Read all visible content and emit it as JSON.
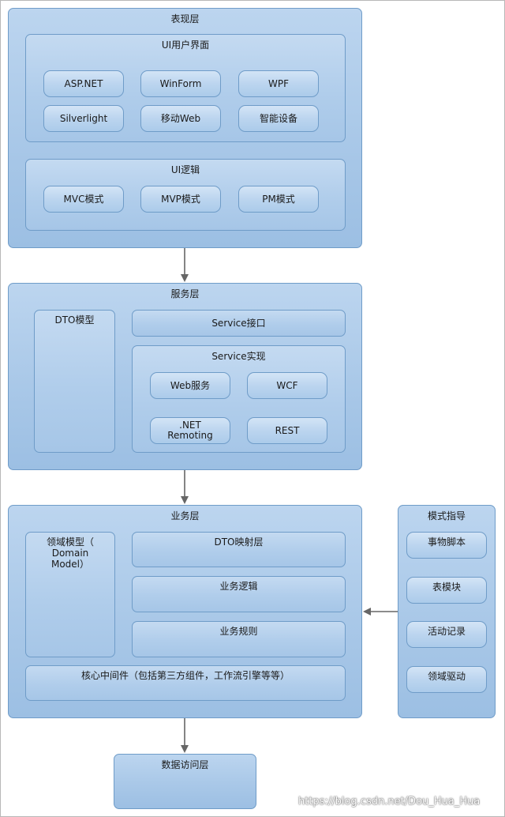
{
  "presentation_layer": {
    "title": "表现层",
    "ui_interface": {
      "title": "UI用户界面",
      "items": [
        "ASP.NET",
        "WinForm",
        "WPF",
        "Silverlight",
        "移动Web",
        "智能设备"
      ]
    },
    "ui_logic": {
      "title": "UI逻辑",
      "items": [
        "MVC模式",
        "MVP模式",
        "PM模式"
      ]
    }
  },
  "service_layer": {
    "title": "服务层",
    "dto_model": "DTO模型",
    "service_interface": "Service接口",
    "service_impl": {
      "title": "Service实现",
      "items": [
        "Web服务",
        "WCF",
        ".NET Remoting",
        "REST"
      ]
    }
  },
  "business_layer": {
    "title": "业务层",
    "domain_model": "领域模型（ Domain Model）",
    "dto_mapping": "DTO映射层",
    "business_logic": "业务逻辑",
    "business_rules": "业务规则",
    "core_middleware": "核心中间件（包括第三方组件，工作流引擎等等）"
  },
  "pattern_guide": {
    "title": "模式指导",
    "items": [
      "事物脚本",
      "表模块",
      "活动记录",
      "领域驱动"
    ]
  },
  "data_access_layer": {
    "title": "数据访问层"
  },
  "watermark": "https://blog.csdn.net/Dou_Hua_Hua"
}
